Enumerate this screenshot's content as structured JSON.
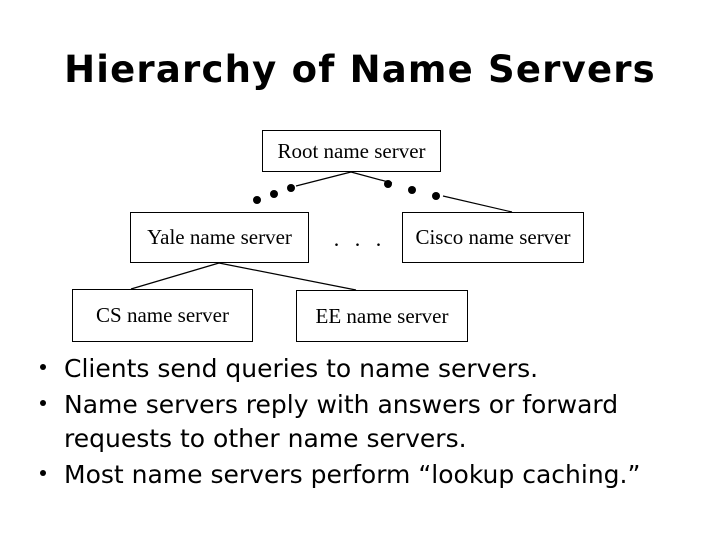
{
  "slide": {
    "title": "Hierarchy of Name Servers",
    "background_color": "#ffffff",
    "text_color": "#000000"
  },
  "diagram": {
    "type": "tree",
    "nodes": [
      {
        "id": "root",
        "label": "Root name server",
        "level": 1
      },
      {
        "id": "yale",
        "label": "Yale name server",
        "level": 2
      },
      {
        "id": "cisco",
        "label": "Cisco name server",
        "level": 2
      },
      {
        "id": "cs",
        "label": "CS name server",
        "level": 3
      },
      {
        "id": "ee",
        "label": "EE name server",
        "level": 3
      }
    ],
    "edges": [
      {
        "from": "root",
        "to": "yale"
      },
      {
        "from": "root",
        "to": "cisco"
      },
      {
        "from": "yale",
        "to": "cs"
      },
      {
        "from": "yale",
        "to": "ee"
      }
    ],
    "level2_ellipsis": ". . .",
    "edge_ellipsis_left": "• • •",
    "edge_ellipsis_right": "• • •"
  },
  "bullets": [
    "Clients send queries to name servers.",
    "Name servers reply with answers or forward requests to other name servers.",
    "Most name servers perform “lookup caching.”"
  ]
}
